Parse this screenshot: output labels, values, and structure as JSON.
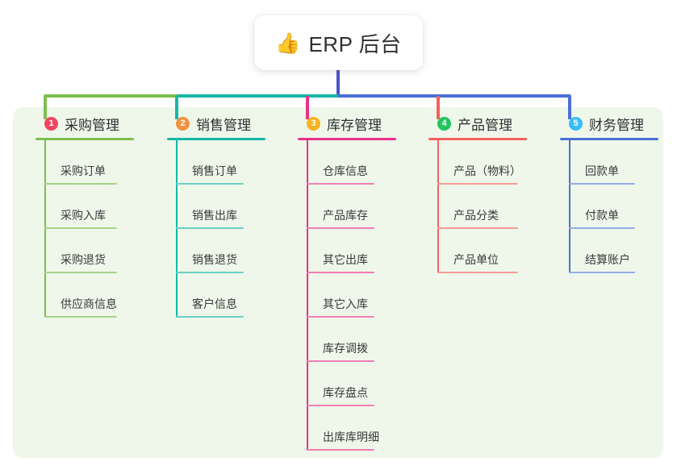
{
  "root": {
    "icon": "thumbs-up-icon",
    "emoji": "👍",
    "title": "ERP 后台"
  },
  "theme": {
    "panel_bg": "#EFF7EA",
    "page_bg": "#FFFFFF",
    "root_line": "#4A55C8",
    "text": "#3A3A3A"
  },
  "branches": [
    {
      "index": "1",
      "title": "采购管理",
      "badge_color": "#F2455E",
      "line_color": "#7DBE4D",
      "leaf_color": "#A8D38A",
      "items": [
        "采购订单",
        "采购入库",
        "采购退货",
        "供应商信息"
      ]
    },
    {
      "index": "2",
      "title": "销售管理",
      "badge_color": "#F5923E",
      "line_color": "#14B8A6",
      "leaf_color": "#6CCFC4",
      "items": [
        "销售订单",
        "销售出库",
        "销售退货",
        "客户信息"
      ]
    },
    {
      "index": "3",
      "title": "库存管理",
      "badge_color": "#F9B320",
      "line_color": "#E8318A",
      "leaf_color": "#F17FB4",
      "items": [
        "仓库信息",
        "产品库存",
        "其它出库",
        "其它入库",
        "库存调拨",
        "库存盘点",
        "出库库明细"
      ]
    },
    {
      "index": "4",
      "title": "产品管理",
      "badge_color": "#22C55E",
      "line_color": "#F4615C",
      "leaf_color": "#F79C95",
      "items": [
        "产品（物料）",
        "产品分类",
        "产品单位"
      ]
    },
    {
      "index": "5",
      "title": "财务管理",
      "badge_color": "#38BDF8",
      "line_color": "#4A6FD4",
      "leaf_color": "#94AEE8",
      "items": [
        "回款单",
        "付款单",
        "结算账户"
      ]
    }
  ]
}
